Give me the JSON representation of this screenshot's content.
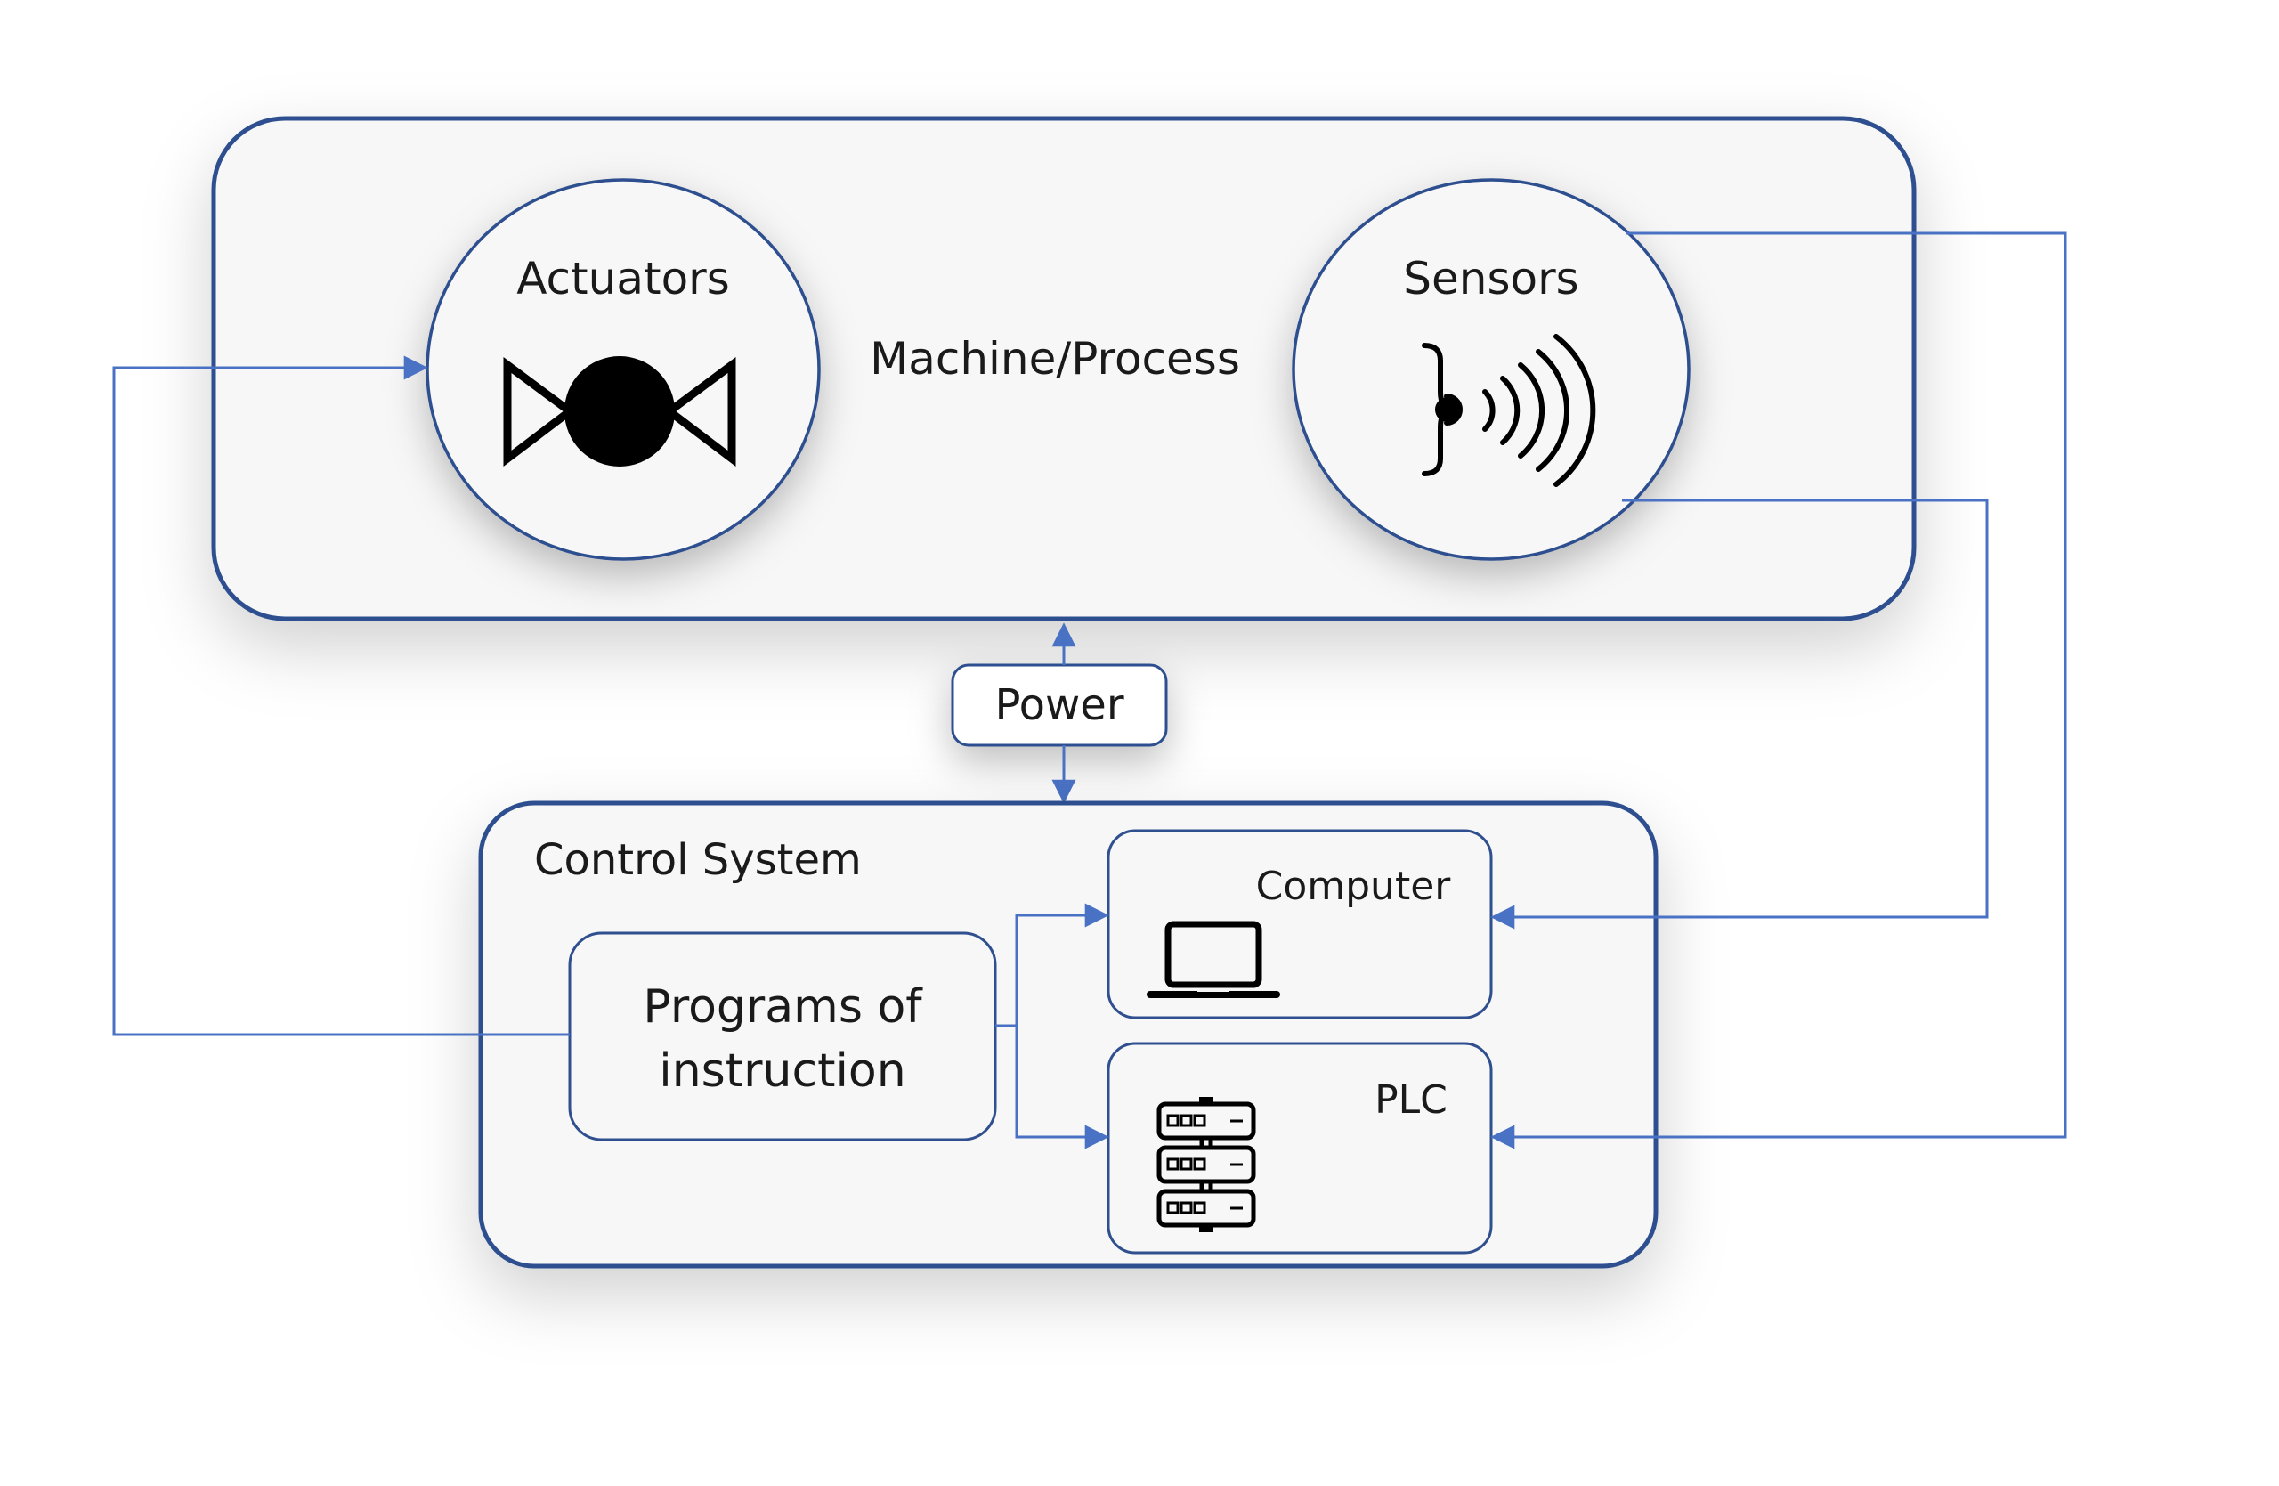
{
  "machine": {
    "title": "Machine/Process",
    "actuators_label": "Actuators",
    "actuator_icon": "valve-icon",
    "sensors_label": "Sensors",
    "sensor_icon": "proximity-sensor-icon"
  },
  "power": {
    "label": "Power"
  },
  "control_system": {
    "title": "Control System",
    "programs": {
      "line1": "Programs of",
      "line2": "instruction"
    },
    "computer": {
      "label": "Computer",
      "icon": "laptop-icon"
    },
    "plc": {
      "label": "PLC",
      "icon": "server-rack-icon"
    }
  },
  "colors": {
    "border": "#2f4f8f",
    "connector": "#4a72c4",
    "box_fill": "#f7f7f7",
    "icon": "#000000"
  }
}
